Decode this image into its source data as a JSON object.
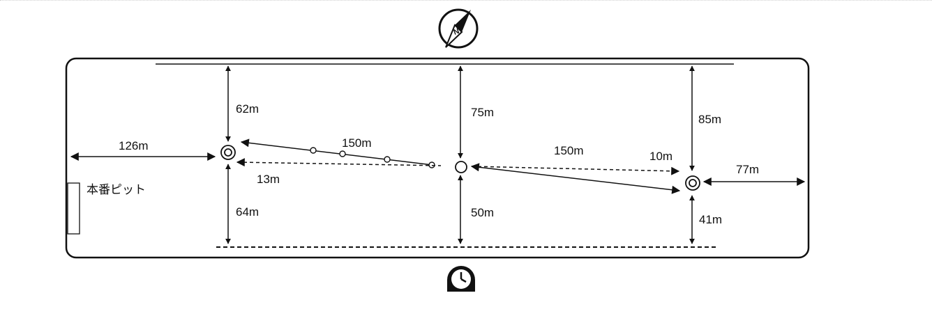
{
  "course": {
    "pit_label": "本番ピット",
    "measurements": {
      "start_to_left_mark": "126m",
      "left_mark_to_top": "62m",
      "left_mark_to_bottom": "64m",
      "left_leg_length": "150m",
      "left_leg_offset": "13m",
      "center_to_top": "75m",
      "center_to_bottom": "50m",
      "right_leg_length": "150m",
      "right_leg_offset": "10m",
      "right_mark_to_top": "85m",
      "right_mark_to_bottom": "41m",
      "right_mark_to_edge": "77m"
    }
  },
  "icons": {
    "compass": "compass-icon",
    "clock": "clock-icon"
  }
}
